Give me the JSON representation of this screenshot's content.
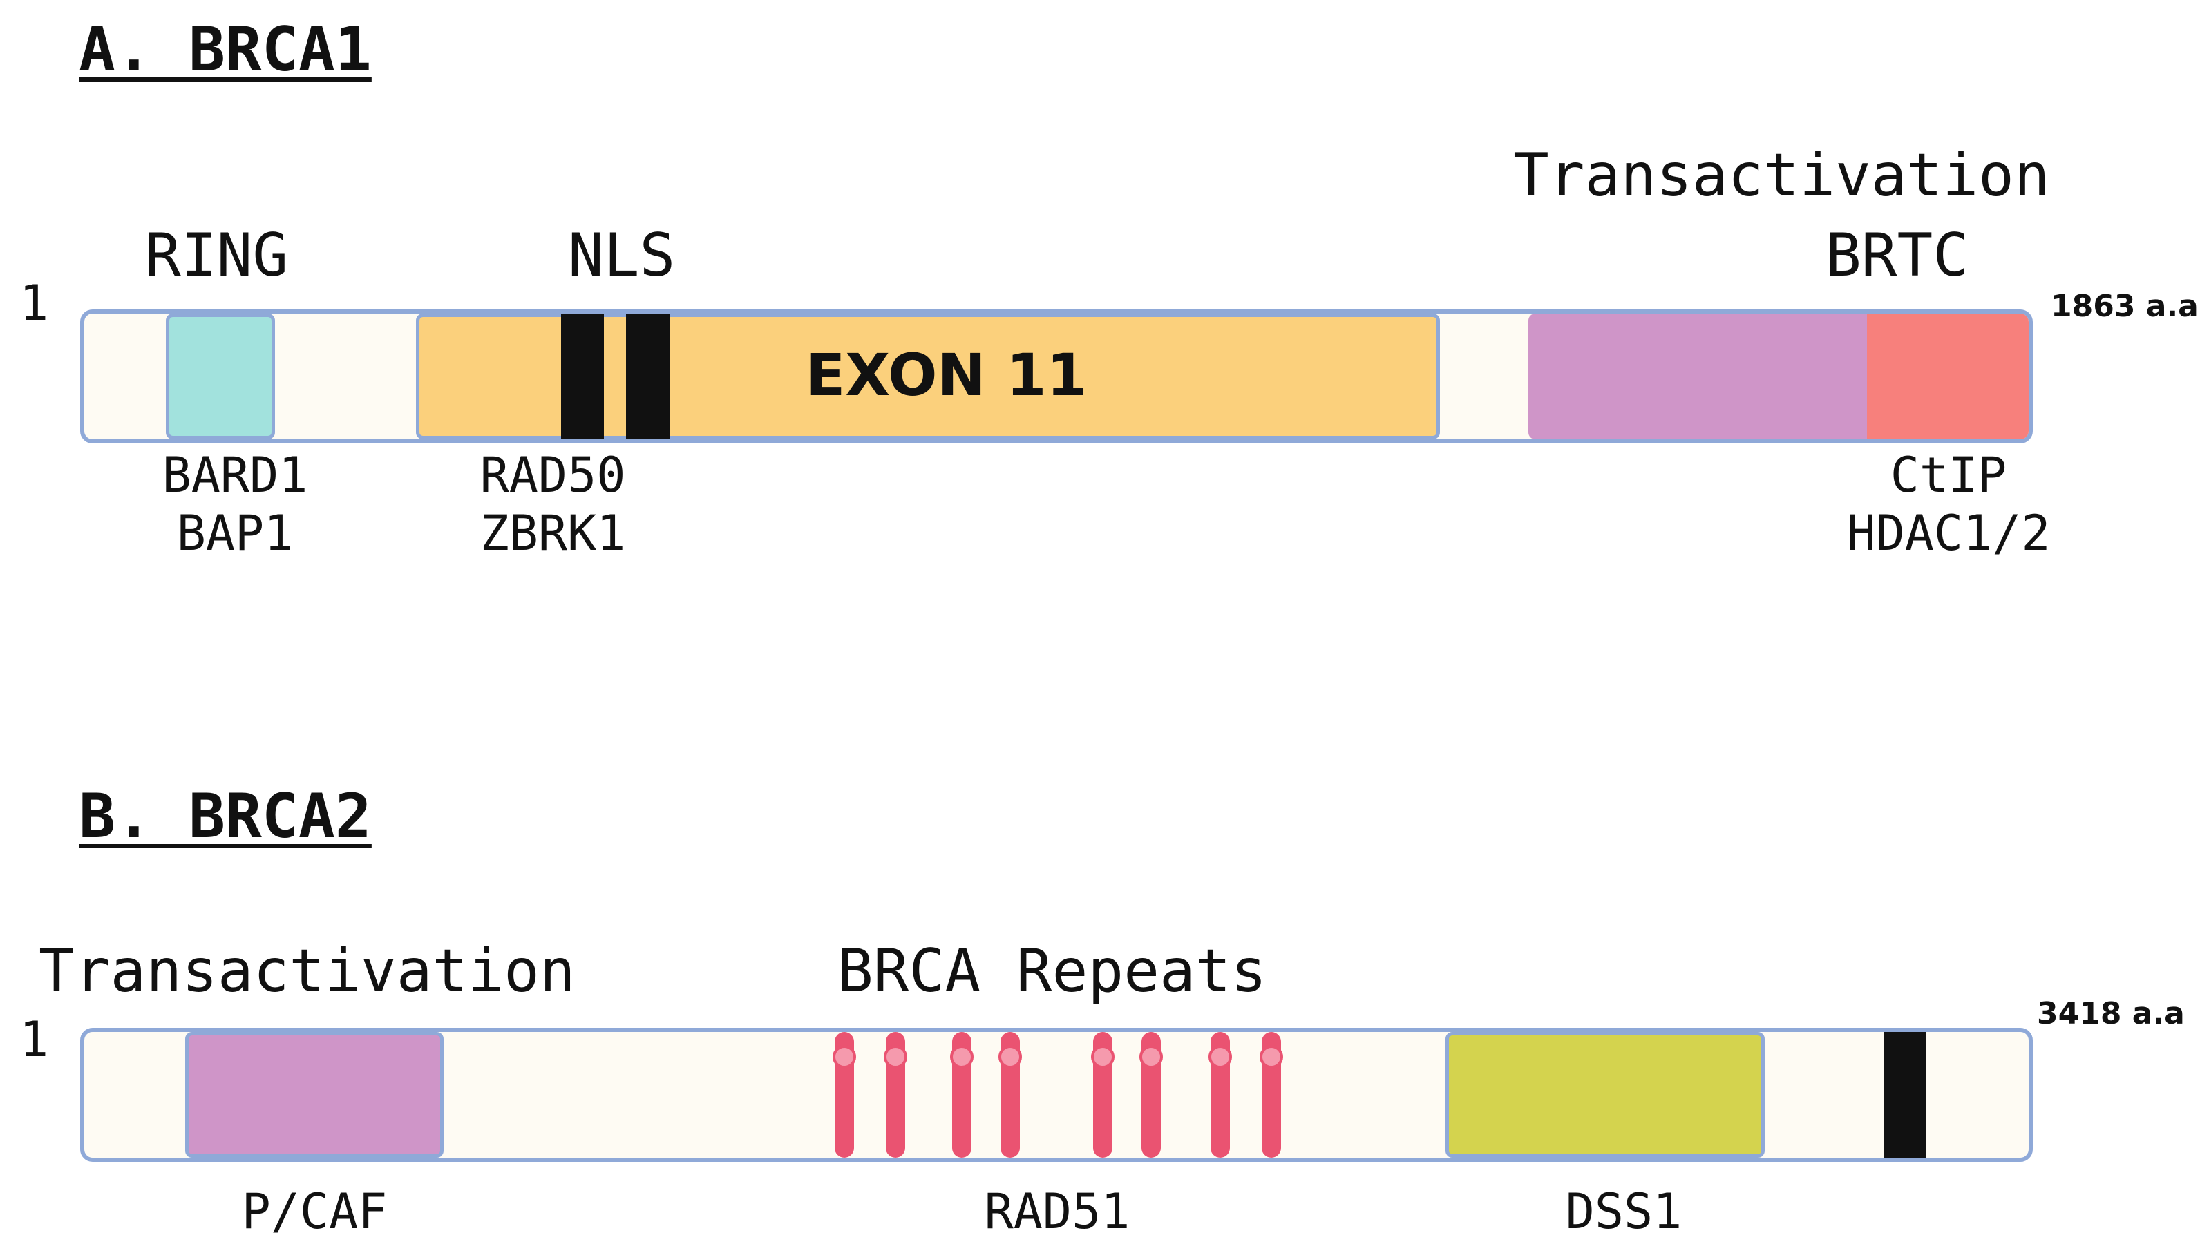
{
  "colors": {
    "bar_fill": "#fefbf3",
    "bar_border": "#8fa9d8",
    "ring": "#a2e2dd",
    "exon11": "#fbd07c",
    "transactivation": "#cf95c8",
    "brct": "#f7807c",
    "nls": "#111111",
    "dss1": "#d4d34e",
    "repeat": "#ea5371",
    "repeat_highlight": "#f59aad"
  },
  "brca1": {
    "title": "A. BRCA1",
    "start": "1",
    "end": "1863 a.a",
    "labels": {
      "ring": "RING",
      "nls": "NLS",
      "transactivation": "Transactivation",
      "brtc": "BRTC",
      "exon": "EXON 11"
    },
    "partners": {
      "ring": [
        "BARD1",
        "BAP1"
      ],
      "nls": [
        "RAD50",
        "ZBRK1"
      ],
      "brct": [
        "CtIP",
        "HDAC1/2"
      ]
    }
  },
  "brca2": {
    "title": "B. BRCA2",
    "start": "1",
    "end": "3418 a.a",
    "labels": {
      "transactivation": "Transactivation",
      "repeats": "BRCA Repeats"
    },
    "partners": {
      "transactivation": "P/CAF",
      "repeats": "RAD51",
      "dss1": "DSS1"
    },
    "repeat_count": 8
  }
}
